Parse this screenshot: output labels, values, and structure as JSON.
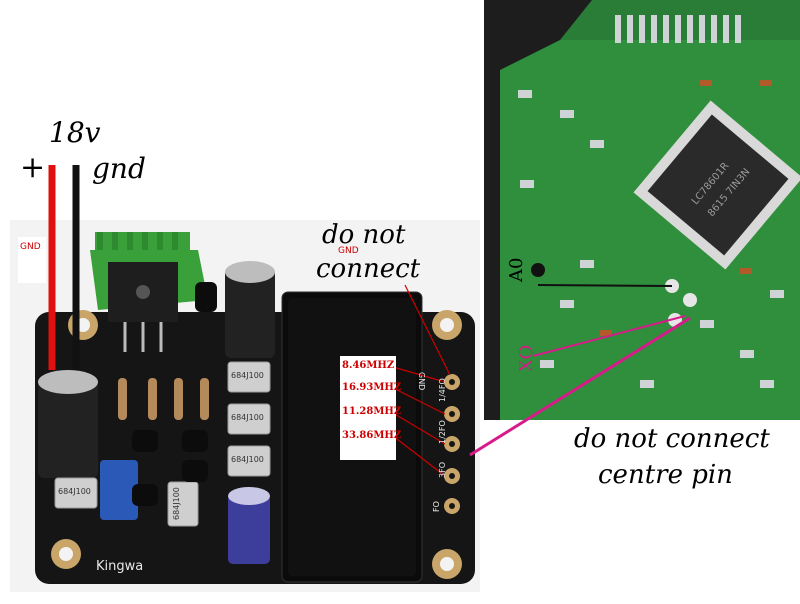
{
  "annotations": {
    "voltage": "18v",
    "plus": "+",
    "gnd": "gnd",
    "gnd_tag_left": "GND",
    "gnd_tag_mid": "GND",
    "do_not_connect_line1": "do not",
    "do_not_connect_line2": "connect",
    "centre_pin_line1": "do not connect",
    "centre_pin_line2": "centre pin",
    "pin_a0": "A0",
    "pin_xo": "XO"
  },
  "frequency_labels": [
    "8.46MHZ",
    "16.93MHZ",
    "11.28MHZ",
    "33.86MHZ"
  ],
  "board": {
    "brand": "Kingwa",
    "pin_labels": [
      "GND",
      "1/4FO",
      "1/2FO",
      "3FO",
      "FO"
    ],
    "capacitor_labels": [
      "684J100",
      "684J100",
      "684J100",
      "684J100",
      "684J100"
    ],
    "chip_marking_1": "LC78601R",
    "chip_marking_2": "8615 7IN3N"
  },
  "colors": {
    "positive_wire": "#e01010",
    "ground_wire": "#111111",
    "connection_wire": "#d81b8a",
    "board_black": "#151515",
    "pcb_green": "#2f8f3c",
    "heatsink_green": "#3aa03a",
    "annotation_red": "#cc0000"
  }
}
